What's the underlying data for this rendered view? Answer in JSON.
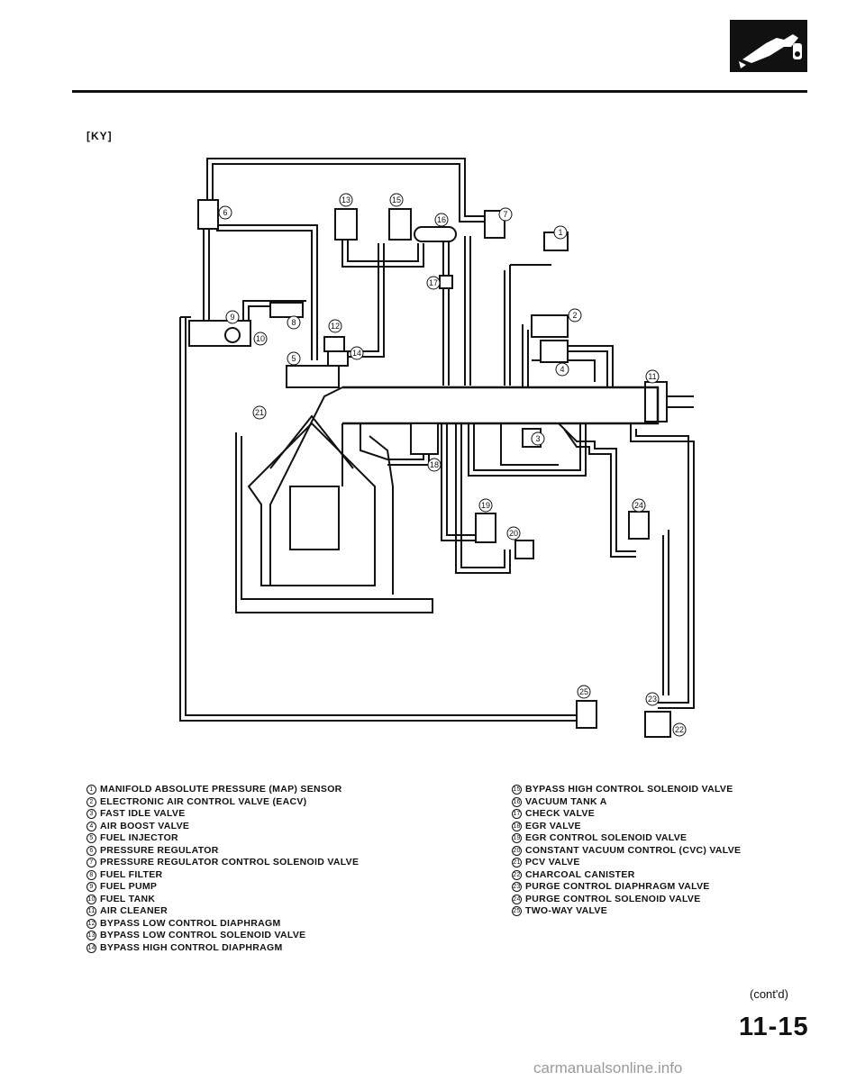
{
  "header": {
    "badge_icon": "fuel-nozzle-icon",
    "section_tag": "[KY]"
  },
  "diagram": {
    "callouts": [
      "1",
      "2",
      "3",
      "4",
      "5",
      "6",
      "7",
      "8",
      "9",
      "10",
      "11",
      "12",
      "13",
      "14",
      "15",
      "16",
      "17",
      "18",
      "19",
      "20",
      "21",
      "22",
      "23",
      "24",
      "25"
    ]
  },
  "legend": {
    "left": [
      {
        "num": "1",
        "text": "MANIFOLD ABSOLUTE PRESSURE (MAP) SENSOR"
      },
      {
        "num": "2",
        "text": "ELECTRONIC AIR CONTROL VALVE (EACV)"
      },
      {
        "num": "3",
        "text": "FAST IDLE VALVE"
      },
      {
        "num": "4",
        "text": "AIR BOOST VALVE"
      },
      {
        "num": "5",
        "text": "FUEL INJECTOR"
      },
      {
        "num": "6",
        "text": "PRESSURE REGULATOR"
      },
      {
        "num": "7",
        "text": "PRESSURE REGULATOR CONTROL SOLENOID VALVE"
      },
      {
        "num": "8",
        "text": "FUEL FILTER"
      },
      {
        "num": "9",
        "text": "FUEL PUMP"
      },
      {
        "num": "10",
        "text": "FUEL TANK"
      },
      {
        "num": "11",
        "text": "AIR CLEANER"
      },
      {
        "num": "12",
        "text": "BYPASS LOW CONTROL DIAPHRAGM"
      },
      {
        "num": "13",
        "text": "BYPASS LOW CONTROL SOLENOID VALVE"
      },
      {
        "num": "14",
        "text": "BYPASS HIGH CONTROL DIAPHRAGM"
      }
    ],
    "right": [
      {
        "num": "15",
        "text": "BYPASS HIGH CONTROL SOLENOID VALVE"
      },
      {
        "num": "16",
        "text": "VACUUM TANK A"
      },
      {
        "num": "17",
        "text": "CHECK VALVE"
      },
      {
        "num": "18",
        "text": "EGR VALVE"
      },
      {
        "num": "19",
        "text": "EGR CONTROL SOLENOID VALVE"
      },
      {
        "num": "20",
        "text": "CONSTANT VACUUM CONTROL (CVC) VALVE"
      },
      {
        "num": "21",
        "text": "PCV VALVE"
      },
      {
        "num": "22",
        "text": "CHARCOAL CANISTER"
      },
      {
        "num": "23",
        "text": "PURGE CONTROL DIAPHRAGM VALVE"
      },
      {
        "num": "24",
        "text": "PURGE CONTROL SOLENOID VALVE"
      },
      {
        "num": "25",
        "text": "TWO-WAY VALVE"
      }
    ]
  },
  "footer": {
    "contd": "(cont'd)",
    "page_number": "11-15",
    "watermark": "carmanualsonline.info"
  },
  "colors": {
    "ink": "#111111",
    "paper": "#ffffff",
    "watermark": "#9a9a9a"
  }
}
